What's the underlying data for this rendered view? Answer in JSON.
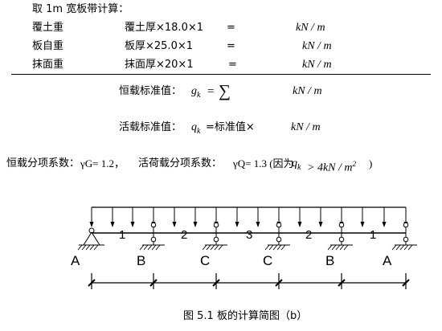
{
  "heading": "取 1m 宽板带计算：",
  "loads": [
    {
      "name": "覆土重",
      "formula": "覆土厚×18.0×1",
      "eq": "=",
      "unit": "kN / m"
    },
    {
      "name": "板自重",
      "formula": "板厚×25.0×1",
      "eq": "=",
      "unit": "kN / m"
    },
    {
      "name": "抹面重",
      "formula": "抹面厚×20×1",
      "eq": "=",
      "unit": "kN / m"
    }
  ],
  "dead_load": {
    "label": "恒载标准值：",
    "symbol": "g",
    "subscript": "k",
    "eq": "=",
    "sum": "∑",
    "unit": "kN / m"
  },
  "live_load": {
    "label": "活载标准值：",
    "symbol": "q",
    "subscript": "k",
    "rest": "=标准值×",
    "unit": "kN / m"
  },
  "factors": {
    "dead_label": "恒载分项系数：",
    "dead_value": "γG= 1.2，",
    "live_label": "活荷载分项系数：",
    "live_value": "γQ= 1.3 (因为",
    "cond_symbol": "q",
    "cond_subscript": "k",
    "cond_rest": "> 4kN / m",
    "cond_power": "2",
    "cond_close": ")"
  },
  "diagram": {
    "span_labels": [
      "1",
      "2",
      "3",
      "2",
      "1"
    ],
    "support_labels": [
      "A",
      "B",
      "C",
      "C",
      "B",
      "A"
    ]
  },
  "caption": "图 5.1 板的计算简图（b）"
}
